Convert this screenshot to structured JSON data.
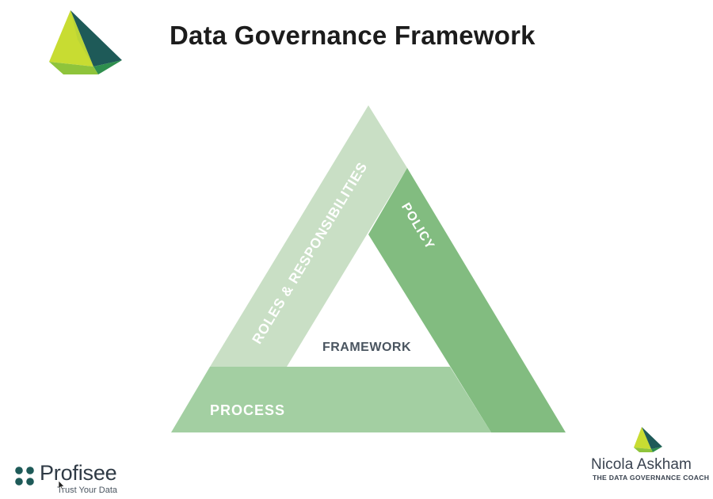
{
  "title": "Data Governance Framework",
  "colors": {
    "title_text": "#1c1c1c",
    "light_green": "#c9dfc5",
    "mid_green": "#a3cfa2",
    "dark_green": "#82bc80",
    "segment_label": "#ffffff",
    "center_label": "#4a5560",
    "brand_teal": "#1e5a58"
  },
  "diagram": {
    "segments": {
      "roles": "ROLES & RESPONSIBILITIES",
      "policy": "POLICY",
      "process": "PROCESS"
    },
    "center_label": "FRAMEWORK"
  },
  "footer": {
    "left_brand": "Profisee",
    "left_tagline": "Trust Your Data",
    "right_name": "Nicola Askham",
    "right_tagline": "THE DATA GOVERNANCE COACH"
  },
  "icons": {
    "top_logo": "green-triangle-logo-icon",
    "coach_logo": "small-triangle-logo-icon",
    "profisee_logo": "four-dots-logo-icon",
    "cursor": "mouse-pointer-icon"
  }
}
